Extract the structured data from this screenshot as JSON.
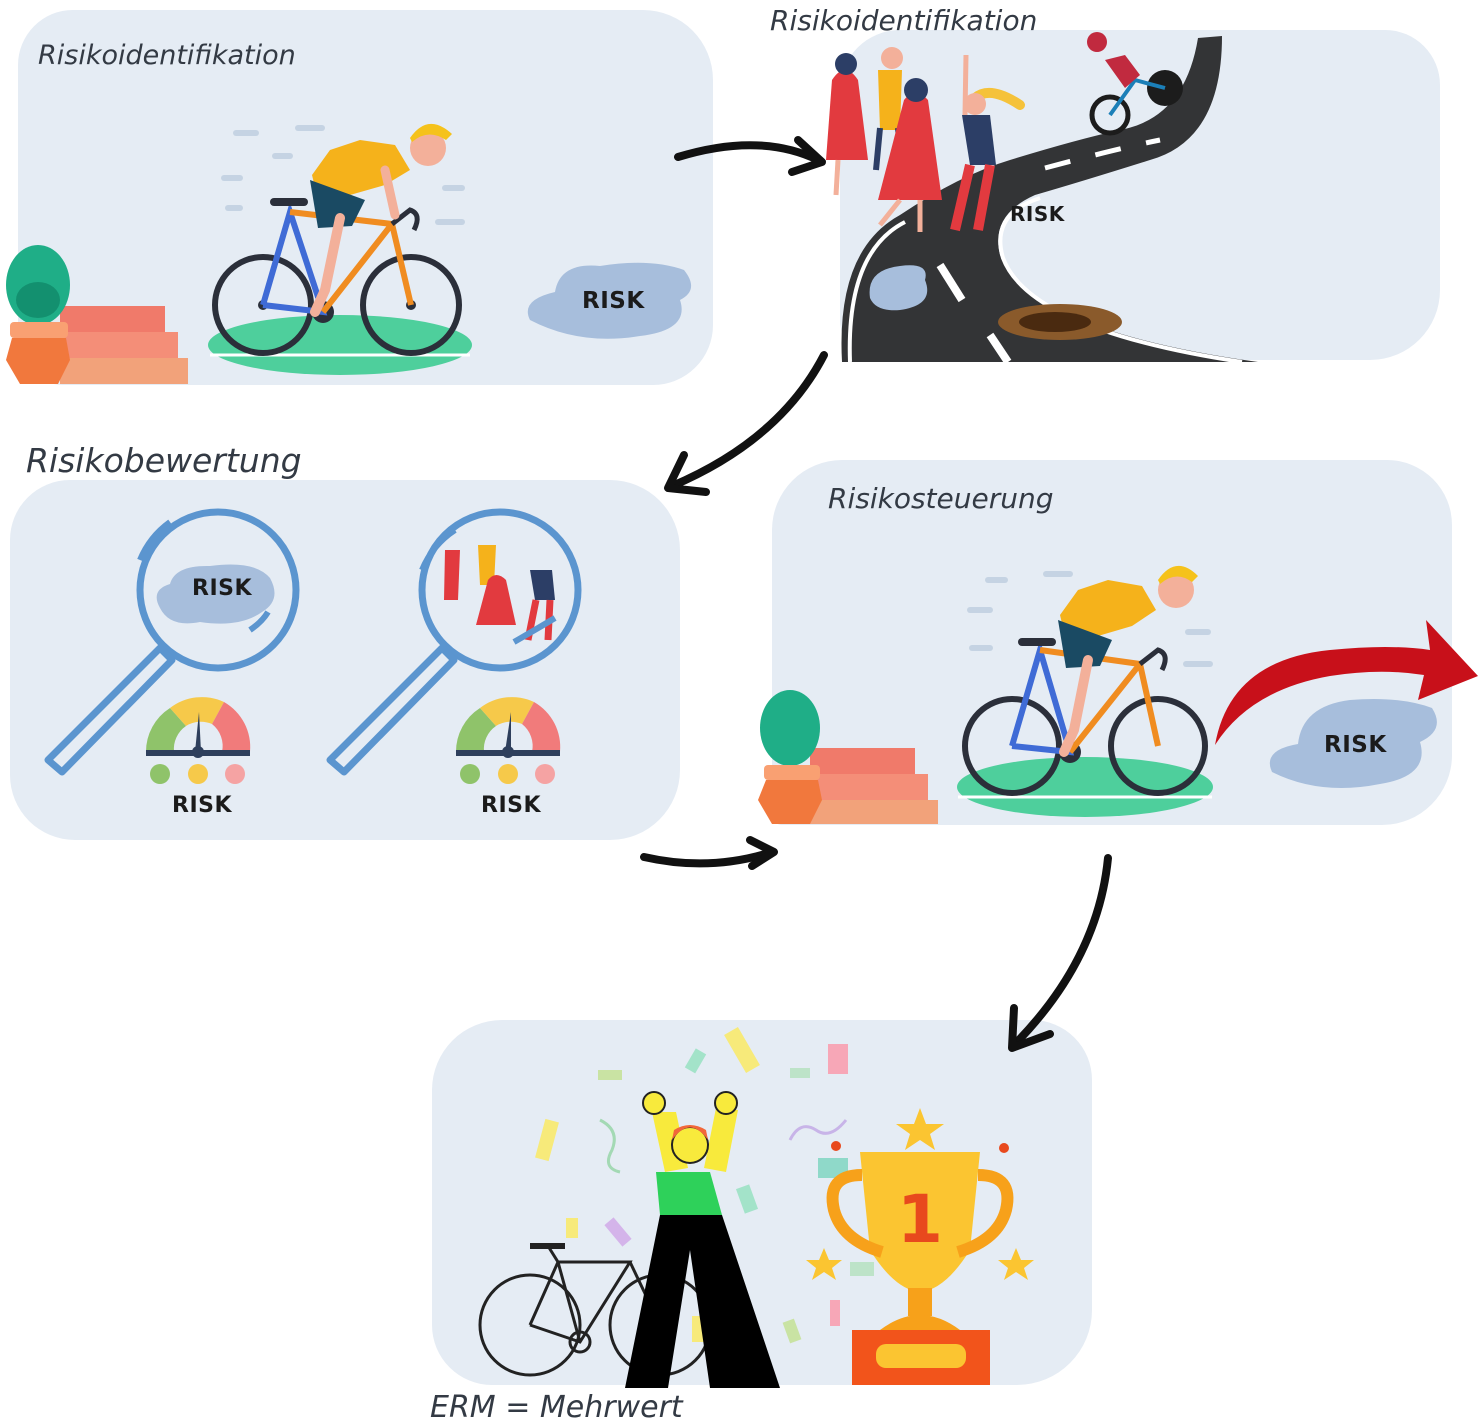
{
  "steps": [
    {
      "caption": "Risikoidentifikation",
      "risk_label": "RISK"
    },
    {
      "caption": "Risikoidentifikation",
      "risk_label": "RISK"
    },
    {
      "caption": "Risikobewertung",
      "risk_labels": [
        "RISK",
        "RISK",
        "RISK"
      ]
    },
    {
      "caption": "Risikosteuerung",
      "risk_label": "RISK"
    },
    {
      "caption": "ERM = Mehrwert",
      "trophy_number": "1"
    }
  ],
  "colors": {
    "panel": "#e5ecf4",
    "arrow": "#111111",
    "cyclist_shirt": "#f5b21b",
    "road": "#3a3a3c",
    "puddle": "#a7bedc",
    "magnifier": "#5b95cf",
    "trophy": "#fbc531",
    "deflect_arrow": "#c8101a"
  },
  "icons": [
    "cyclist-icon",
    "plant-icon",
    "stairs-icon",
    "puddle-icon",
    "road-icon",
    "crowd-icon",
    "pothole-icon",
    "magnifier-icon",
    "gauge-icon",
    "trophy-icon",
    "bicycle-icon",
    "winner-icon",
    "confetti-icon"
  ]
}
